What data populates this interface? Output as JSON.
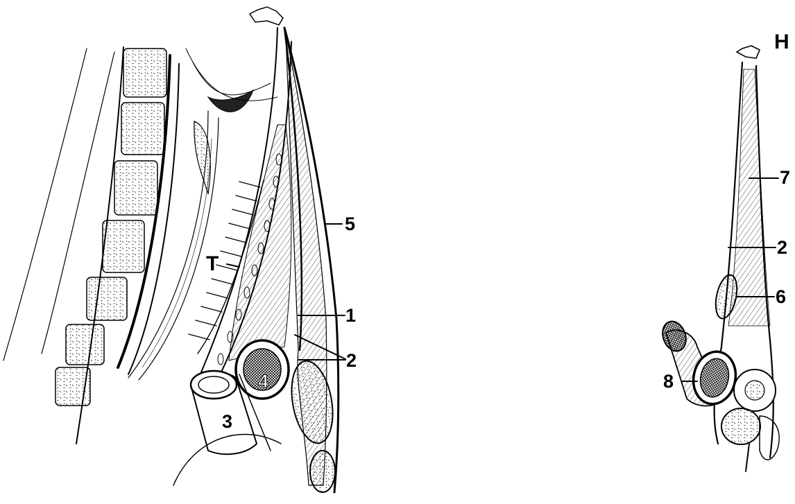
{
  "figure": {
    "left_panel_id": "T",
    "right_panel_id": "H",
    "callouts": {
      "n1": "1",
      "n2_left": "2",
      "n2_right": "2",
      "n3": "3",
      "n4": "4",
      "n5": "5",
      "n6": "6",
      "n7": "7",
      "n8": "8"
    }
  }
}
